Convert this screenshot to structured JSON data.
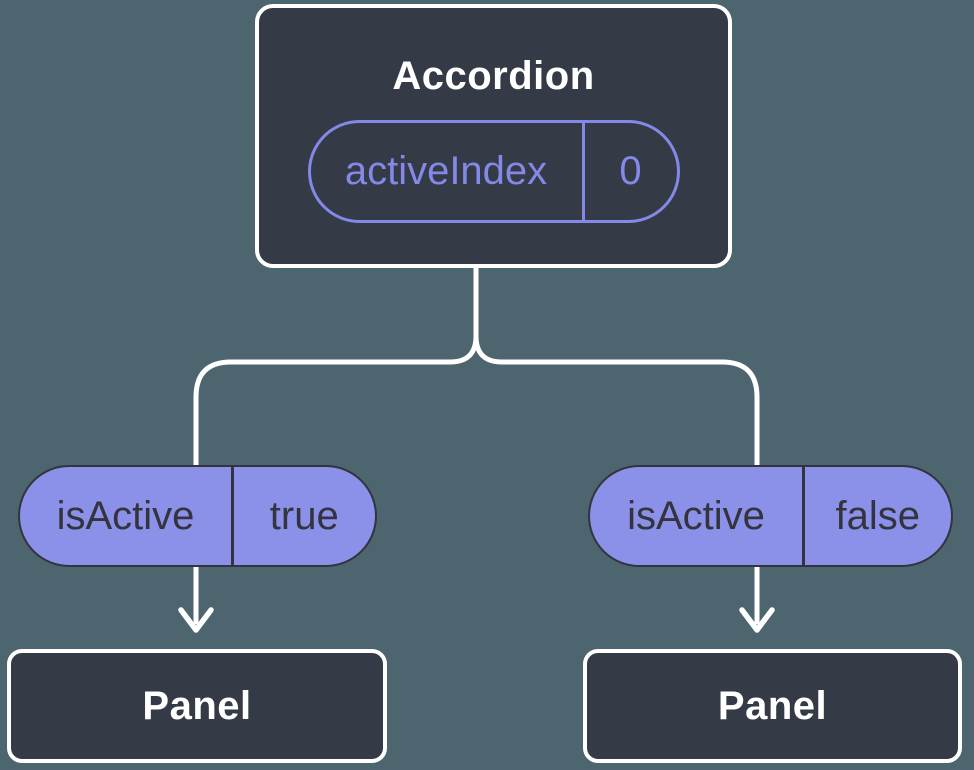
{
  "diagram": {
    "description": "React component tree diagram: Accordion parent holding state, passing isActive props to two Panel children",
    "root": {
      "title": "Accordion",
      "state_pill": {
        "label": "activeIndex",
        "value": "0"
      }
    },
    "children": [
      {
        "prop_pill": {
          "label": "isActive",
          "value": "true"
        },
        "title": "Panel"
      },
      {
        "prop_pill": {
          "label": "isActive",
          "value": "false"
        },
        "title": "Panel"
      }
    ],
    "colors": {
      "background": "#4C656F",
      "node_fill": "#343A46",
      "node_border": "#FFFFFF",
      "title_text": "#FFFFFF",
      "connector": "#FFFFFF",
      "pill_fill": "#8B90E9",
      "pill_dark": "#33343E",
      "state_accent": "#8488E6"
    }
  }
}
